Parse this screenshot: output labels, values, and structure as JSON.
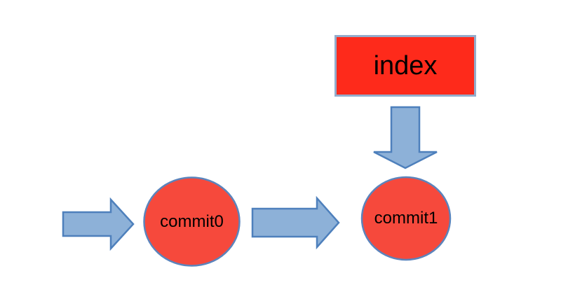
{
  "background": "#ffffff",
  "text_color": "#000000",
  "nodes": {
    "index": {
      "label": "index",
      "shape": "rectangle",
      "fill": "#fe2a1b",
      "border": "#93accb"
    },
    "commit0": {
      "label": "commit0",
      "shape": "ellipse",
      "fill": "#f6493c",
      "border": "#5b84bc"
    },
    "commit1": {
      "label": "commit1",
      "shape": "ellipse",
      "fill": "#f6493c",
      "border": "#5b84bc"
    }
  },
  "arrows": [
    {
      "id": "arrow-into-commit0",
      "direction": "right",
      "to": "commit0"
    },
    {
      "id": "arrow-commit0-to-commit1",
      "direction": "right",
      "from": "commit0",
      "to": "commit1"
    },
    {
      "id": "arrow-index-to-commit1",
      "direction": "down",
      "from": "index",
      "to": "commit1"
    }
  ],
  "arrow_style": {
    "fill": "#8db1d8",
    "stroke": "#4e80bc"
  }
}
